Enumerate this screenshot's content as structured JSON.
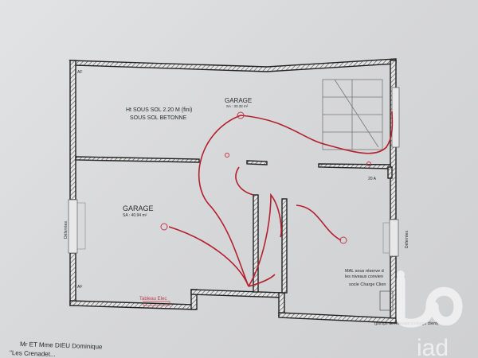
{
  "plan": {
    "ceiling_note_1": "Ht SOUS SOL 2.20 M (fini)",
    "ceiling_note_2": "SOUS SOL BETONNE",
    "room_top": {
      "name": "GARAGE",
      "area": "SA : 33.32 m²"
    },
    "room_bottom": {
      "name": "GARAGE",
      "area": "SA : 40.94 m²"
    },
    "af_top": "AF",
    "af_bottom": "AF",
    "breaker": "20 A",
    "panel_label": "Tableau Elec",
    "door_left": "Déferrées",
    "door_right": "Déferrées",
    "note_1": "MAL  sous réserve d",
    "note_2": "les niveaux convien",
    "note_3": "socle Charge Clien",
    "pump_note": "(pompe de relevage à charge client)",
    "owner_1": "Mr ET Mme DIEU Dominique",
    "owner_2": "\"Les Crenadet..."
  },
  "watermark": {
    "brand": "iad"
  },
  "colors": {
    "wire": "#b3202e",
    "wall": "#222222",
    "paper": "#d8d9db"
  }
}
